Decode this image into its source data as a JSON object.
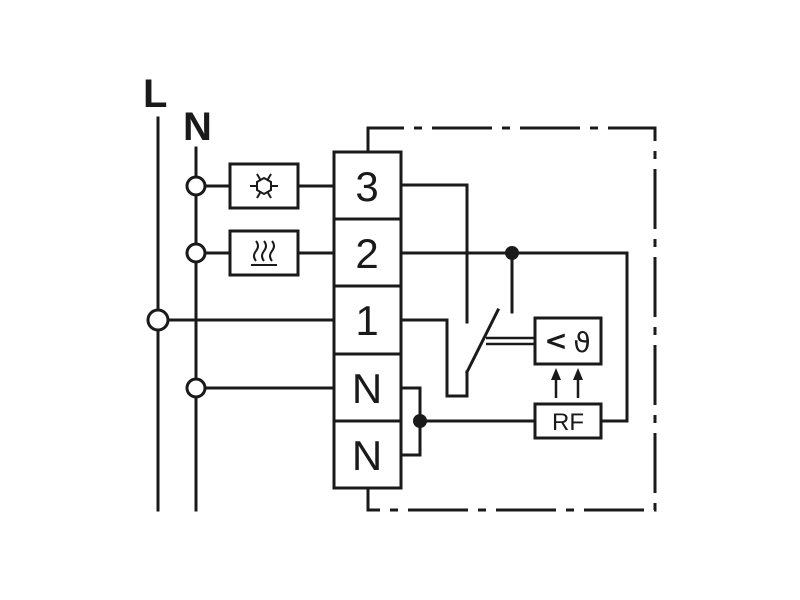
{
  "rails": {
    "line_label": "L",
    "neutral_label": "N"
  },
  "terminals": [
    "3",
    "2",
    "1",
    "N",
    "N"
  ],
  "loads": {
    "cooling": {
      "icon": "snowflake-icon"
    },
    "heating": {
      "icon": "heat-waves-icon"
    }
  },
  "sensor": {
    "compare_symbol": "<",
    "temp_symbol": "ϑ"
  },
  "rf_module": {
    "label": "RF"
  }
}
